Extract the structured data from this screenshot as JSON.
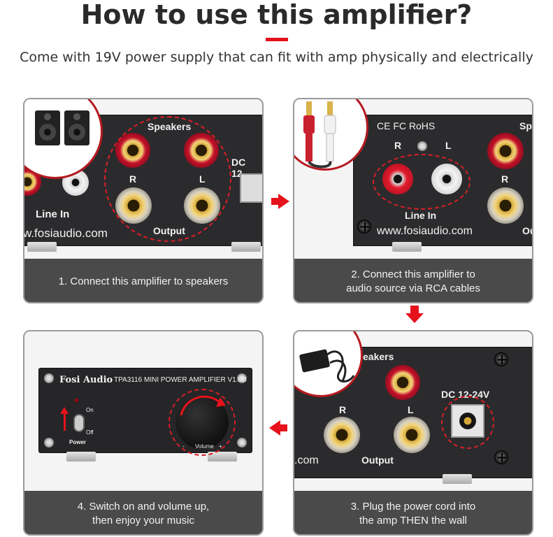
{
  "title": "How to use this amplifier?",
  "subtitle": "Come with 19V power supply that can fit with amp physically and electrically",
  "colors": {
    "accent": "#e3121a",
    "caption_bg": "#4a4a4a",
    "amp_body": "#2b2b2d"
  },
  "steps": [
    {
      "caption_line1": "1. Connect this amplifier to speakers",
      "caption_line2": "",
      "labels": {
        "speakers": "Speakers",
        "r": "R",
        "l": "L",
        "output": "Output",
        "line_in": "Line In",
        "dc": "DC 12-",
        "url": "w.fosiaudio.com"
      }
    },
    {
      "caption_line1": "2. Connect this amplifier to",
      "caption_line2": "audio source via RCA cables",
      "labels": {
        "cert": "CE FC RoHS",
        "r": "R",
        "l": "L",
        "line_in": "Line In",
        "url": "www.fosiaudio.com",
        "spe": "Spe",
        "r2": "R",
        "ou": "Ou"
      }
    },
    {
      "caption_line1": "3. Plug the power cord into",
      "caption_line2": "the amp THEN the wall",
      "labels": {
        "speakers": "eakers",
        "dc": "DC 12-24V",
        "r": "R",
        "l": "L",
        "output": "Output",
        "url": ".com"
      }
    },
    {
      "caption_line1": "4. Switch on and volume up,",
      "caption_line2": "then enjoy your music",
      "labels": {
        "brand": "Fosi Audio",
        "model": "TPA3116 MINI POWER AMPLIFIER V1.0B",
        "on": "On",
        "off": "Off",
        "power": "Power",
        "volume": "Volume",
        "minus": "-",
        "plus": "+"
      }
    }
  ],
  "icons": [
    "speaker-icon",
    "rca-cable-icon",
    "power-adapter-icon",
    "arrow-right-icon",
    "arrow-down-icon",
    "arrow-left-icon"
  ]
}
